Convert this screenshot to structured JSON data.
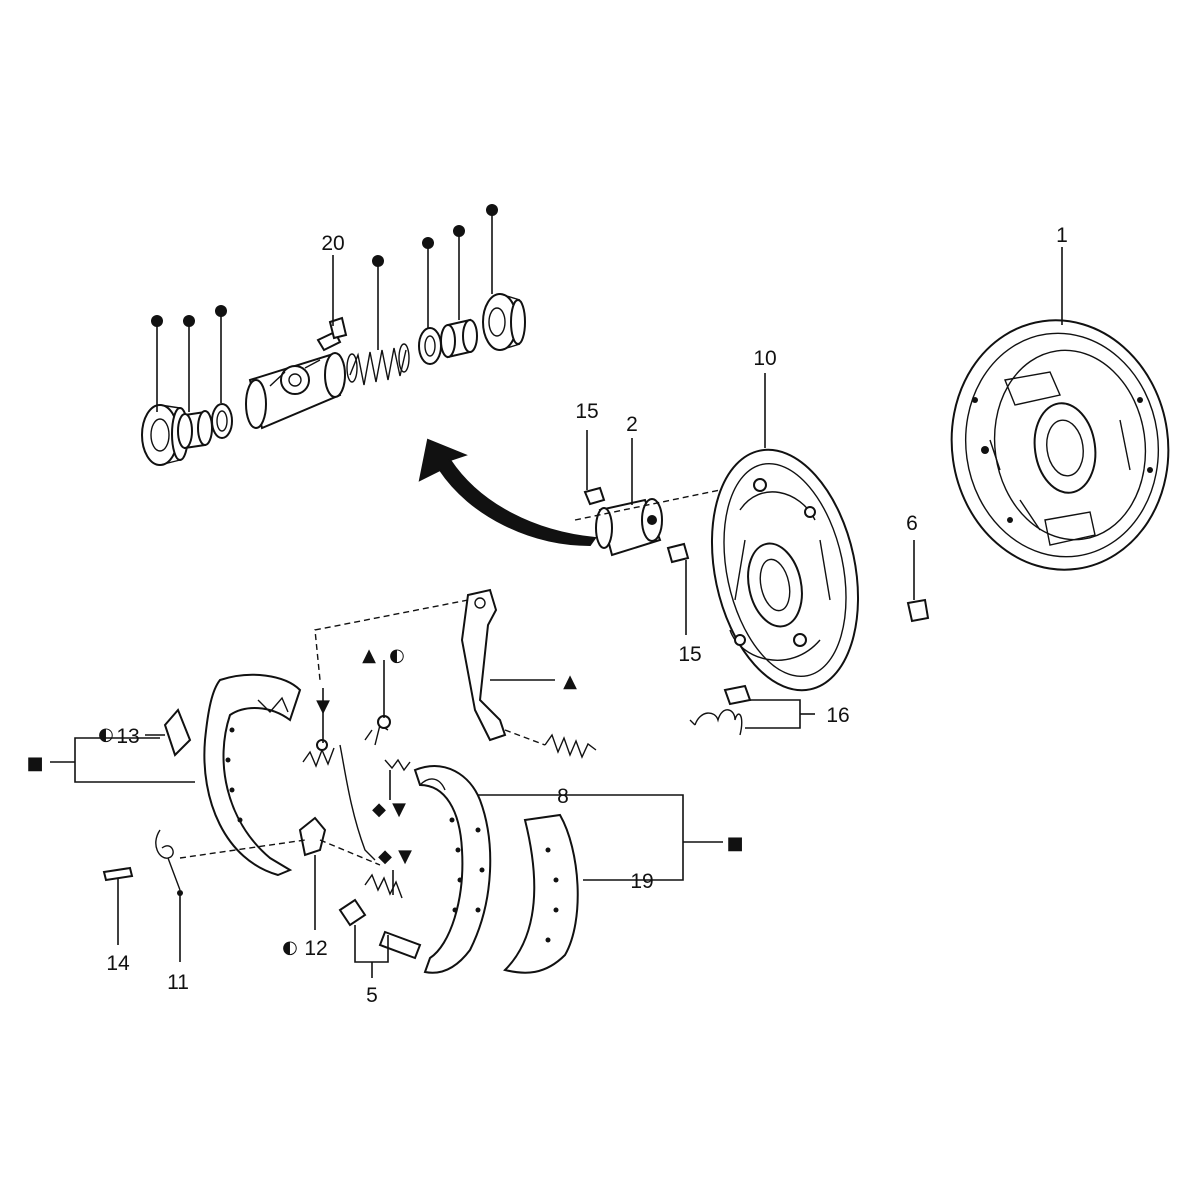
{
  "callouts": {
    "c1": "1",
    "c2": "2",
    "c5": "5",
    "c6": "6",
    "c8": "8",
    "c10": "10",
    "c11": "11",
    "c12": "12",
    "c13": "13",
    "c14": "14",
    "c15a": "15",
    "c15b": "15",
    "c16": "16",
    "c19": "19",
    "c20": "20"
  },
  "symbols": {
    "dot": "●",
    "square": "■",
    "triangle_up": "▲",
    "triangle_down": "▼",
    "diamond": "◆",
    "half_circle": "◐"
  }
}
